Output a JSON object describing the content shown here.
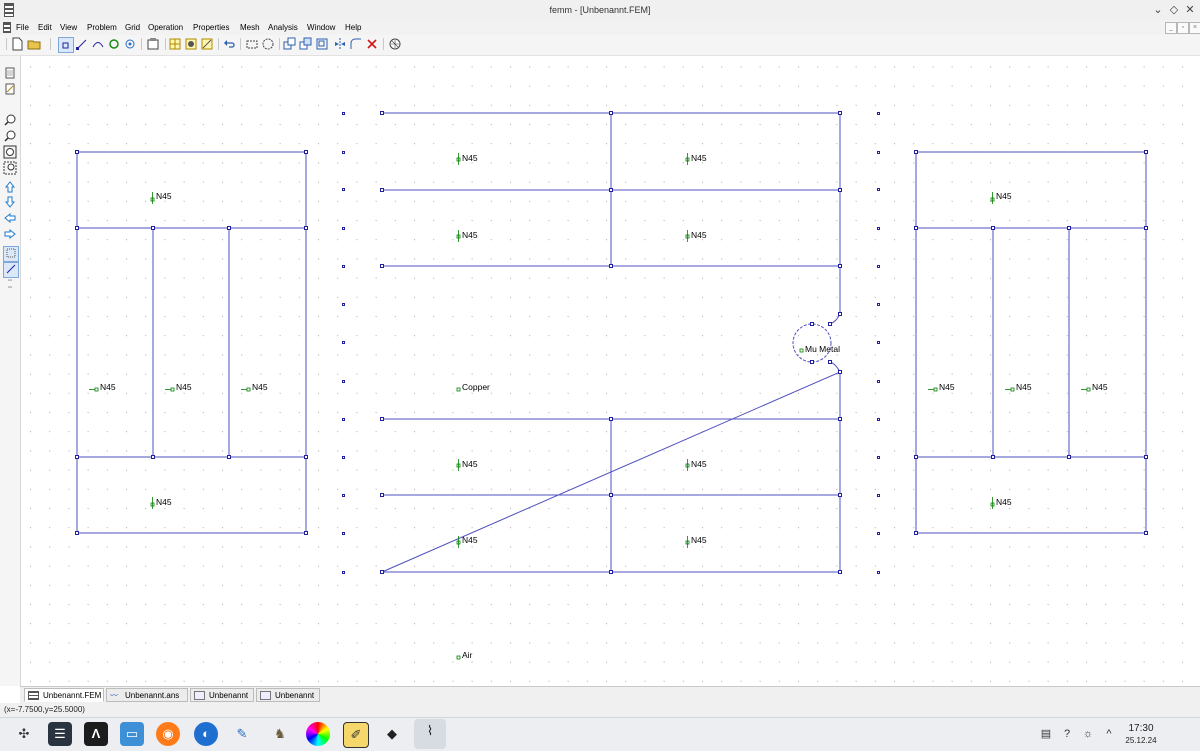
{
  "window": {
    "title": "femm - [Unbenannt.FEM]",
    "controls": {
      "minimize": "⌄",
      "maximize": "◇",
      "close": "✕"
    }
  },
  "menu": [
    {
      "label": "File"
    },
    {
      "label": "Edit"
    },
    {
      "label": "View"
    },
    {
      "label": "Problem"
    },
    {
      "label": "Grid"
    },
    {
      "label": "Operation"
    },
    {
      "label": "Properties"
    },
    {
      "label": "Mesh"
    },
    {
      "label": "Analysis"
    },
    {
      "label": "Window"
    },
    {
      "label": "Help"
    }
  ],
  "toolbar": {
    "icons": [
      "new-file-icon",
      "open-file-icon",
      "node-mode-icon",
      "segment-mode-icon",
      "arc-mode-icon",
      "block-label-mode-icon",
      "group-mode-icon",
      "document-properties-icon",
      "show-grid-icon",
      "snap-grid-icon",
      "set-grid-icon",
      "undo-icon",
      "select-window-icon",
      "select-circle-icon",
      "move-icon",
      "copy-icon",
      "scale-icon",
      "mirror-icon",
      "create-radius-icon",
      "delete-icon",
      "mesh-icon"
    ]
  },
  "left_toolbar": {
    "icons": [
      "show-mesh-icon",
      "hide-mesh-icon",
      "zoom-in-icon",
      "zoom-out-icon",
      "zoom-natural-icon",
      "zoom-window-icon",
      "pan-up-icon",
      "pan-down-icon",
      "pan-left-icon",
      "pan-right-icon",
      "select-block-icon",
      "select-segment-icon",
      "kbd-icon"
    ]
  },
  "canvas": {
    "labels": {
      "left_top": "N45",
      "left_mid_1": "N45",
      "left_mid_2": "N45",
      "left_mid_3": "N45",
      "left_bottom": "N45",
      "center_r1_left": "N45",
      "center_r1_right": "N45",
      "center_r2_left": "N45",
      "center_r2_right": "N45",
      "center_copper": "Copper",
      "center_mu": "Mu Metal",
      "center_r4_left": "N45",
      "center_r4_right": "N45",
      "center_r5_left": "N45",
      "center_r5_right": "N45",
      "right_top": "N45",
      "right_mid_1": "N45",
      "right_mid_2": "N45",
      "right_mid_3": "N45",
      "right_bottom": "N45",
      "air": "Air"
    },
    "colors": {
      "segment": "#5050c0",
      "node": "#2020a0",
      "label_marker": "#008000",
      "grid_dot": "#a8a8a8"
    }
  },
  "tabs": [
    {
      "label": "Unbenannt.FEM",
      "icon": "femm-doc-icon",
      "active": true
    },
    {
      "label": "Unbenannt.ans",
      "icon": "solution-doc-icon",
      "active": false
    },
    {
      "label": "Unbenannt",
      "icon": "graph-doc-icon",
      "active": false
    },
    {
      "label": "Unbenannt",
      "icon": "graph-doc-icon",
      "active": false
    }
  ],
  "status": {
    "coords": "(x=-7.7500,y=25.5000)"
  },
  "taskbar": {
    "apps": [
      "app-launcher-icon",
      "task-manager-icon",
      "inkscape-icon",
      "files-icon",
      "firefox-icon",
      "thunderbird-icon",
      "text-editor-icon",
      "gimp-icon",
      "color-picker-icon",
      "kate-icon",
      "inkscape-drop-icon",
      "femm-icon"
    ],
    "tray": [
      "clipboard-icon",
      "help-icon",
      "brightness-icon",
      "expand-tray-icon"
    ],
    "time": "17:30",
    "date": "25.12.24"
  }
}
